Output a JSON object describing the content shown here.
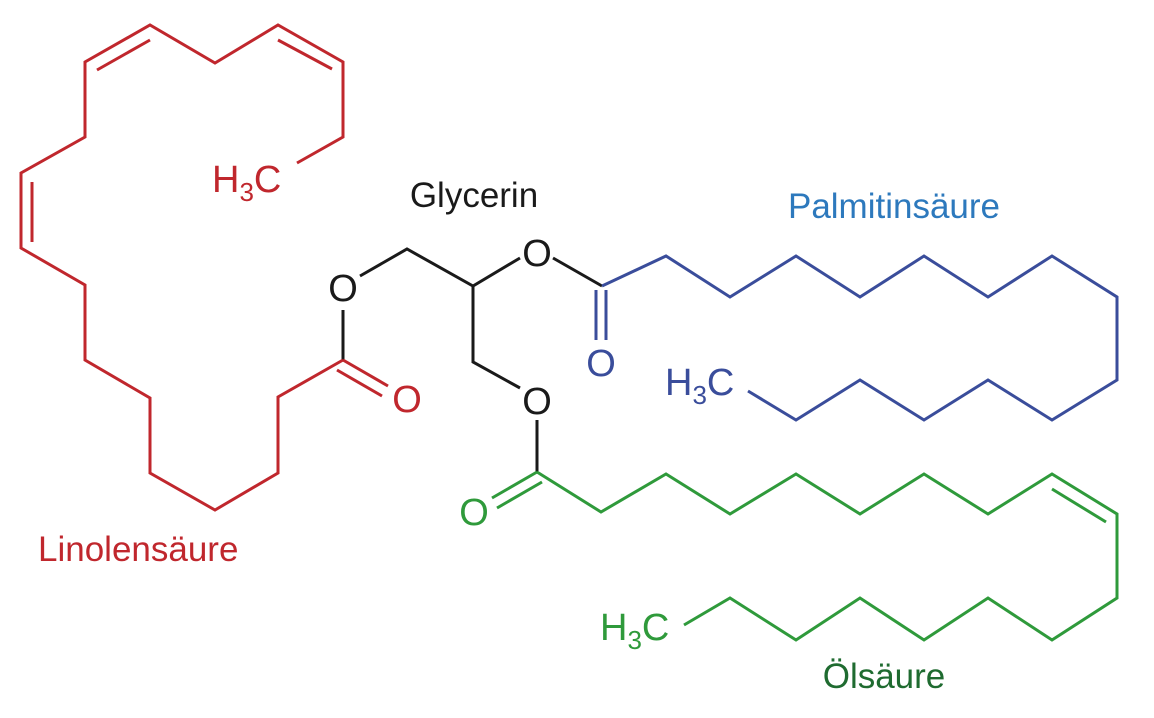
{
  "labels": {
    "glycerin": "Glycerin",
    "palmitic": "Palmitinsäure",
    "linolenic": "Linolensäure",
    "oleic": "Ölsäure"
  },
  "atoms": {
    "oxygen": "O",
    "methyl_h": "H",
    "methyl_sub": "3",
    "methyl_c": "C"
  },
  "colors": {
    "linolenic": "#c0272d",
    "palmitic_bonds": "#3a4d9b",
    "palmitic_label": "#2d79bd",
    "oleic_bonds": "#2f9a3b",
    "oleic_label": "#1f6b30",
    "glycerin": "#1a1a1a"
  }
}
